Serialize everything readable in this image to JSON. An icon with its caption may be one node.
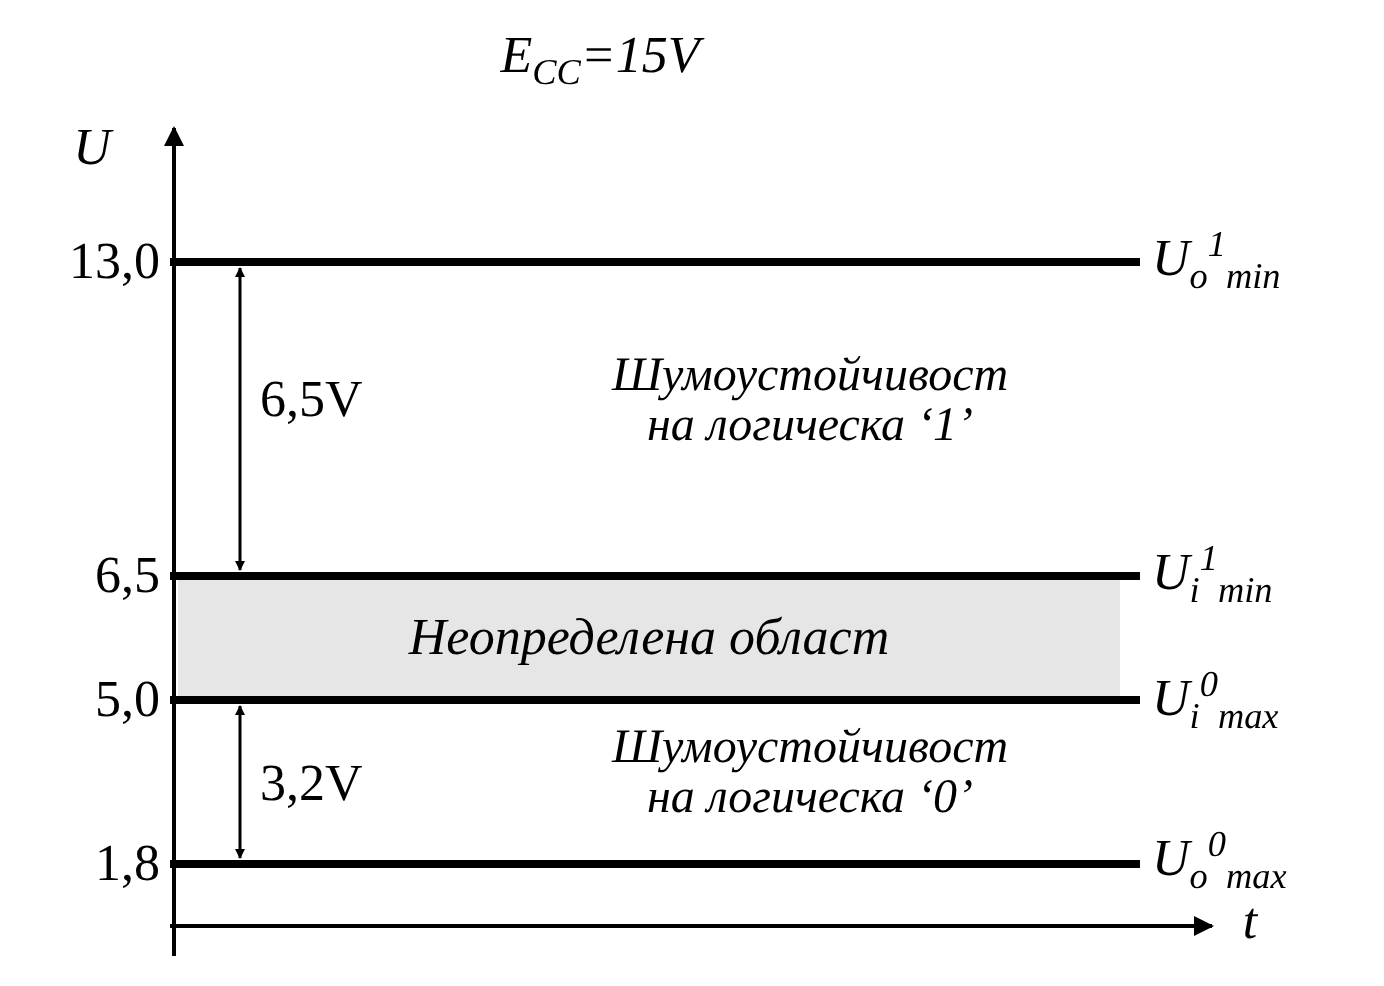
{
  "diagram": {
    "nodes": [
      {
        "text": [
          "Неопределена област"
        ]
      }
    ],
    "labels": [
      "E$_{CC}$=15V",
      "U",
      "13,0",
      "U$_{o}$$^{1}$$_{min}$",
      "6,5V",
      "Шумоустойчивост на логическа ‘1’",
      "6,5",
      "U$_{i}$$^{1}$$_{min}$",
      "5,0",
      "U$_{i}$$^{0}$$_{max}$",
      "3,2V",
      "Шумоустойчивост на логическа ‘0’",
      "1,8",
      "U$_{o}$$^{0}$$_{max}$",
      "t"
    ]
  }
}
